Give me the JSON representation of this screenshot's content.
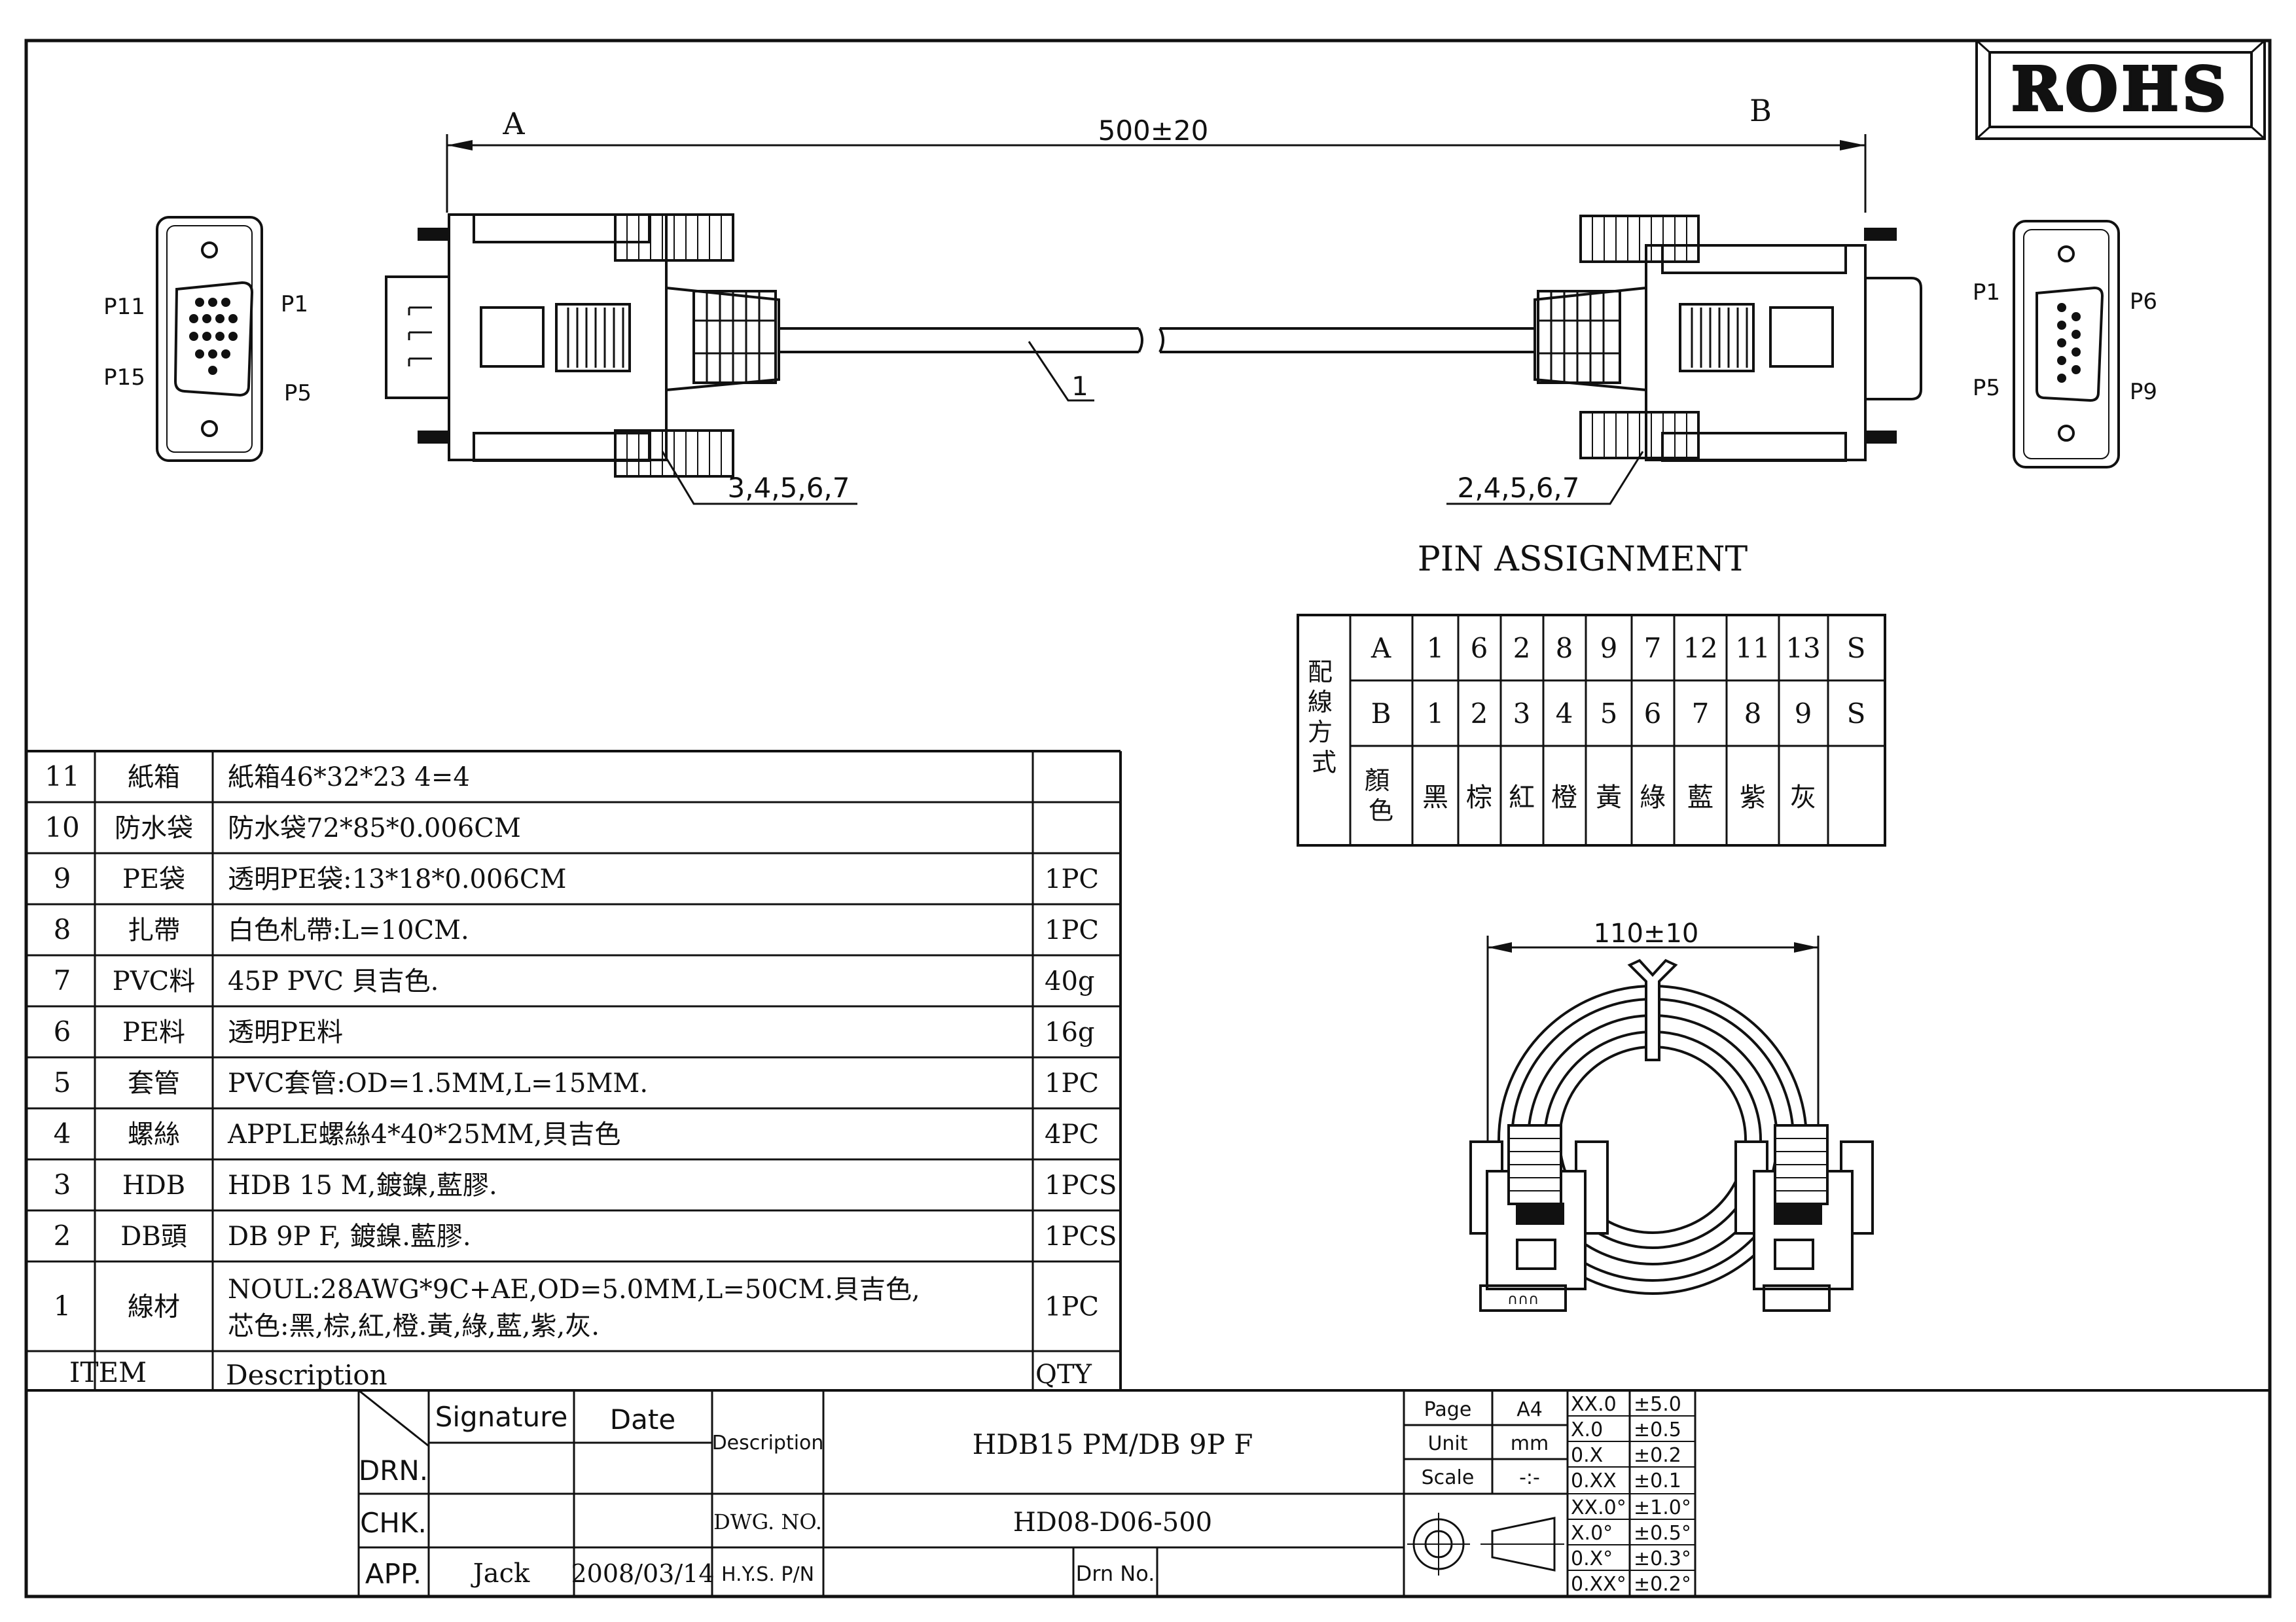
{
  "rohs_label": "ROHS",
  "end_a": "A",
  "end_b": "B",
  "length_dim": "500±20",
  "coil_dim": "110±10",
  "callouts": {
    "cable": "1",
    "end_a_parts": "3,4,5,6,7",
    "end_b_parts": "2,4,5,6,7"
  },
  "connector_a_pins": {
    "top_left": "P11",
    "bottom_left": "P15",
    "top_right": "P1",
    "bottom_right": "P5"
  },
  "connector_b_pins": {
    "top_left": "P1",
    "bottom_left": "P5",
    "top_right": "P6",
    "bottom_right": "P9"
  },
  "pin_assignment": {
    "title": "PIN ASSIGNMENT",
    "side_label": "配線方式",
    "row_a_label": "A",
    "row_b_label": "B",
    "color_label": "顏色",
    "row_a": [
      "1",
      "6",
      "2",
      "8",
      "9",
      "7",
      "12",
      "11",
      "13",
      "S"
    ],
    "row_b": [
      "1",
      "2",
      "3",
      "4",
      "5",
      "6",
      "7",
      "8",
      "9",
      "S"
    ],
    "colors": [
      "黑",
      "棕",
      "紅",
      "橙",
      "黃",
      "綠",
      "藍",
      "紫",
      "灰",
      ""
    ]
  },
  "bom": {
    "footer": {
      "item": "ITEM",
      "description": "Description",
      "qty": "QTY"
    },
    "rows": [
      {
        "no": "11",
        "name": "紙箱",
        "desc": "紙箱46*32*23 4=4",
        "qty": ""
      },
      {
        "no": "10",
        "name": "防水袋",
        "desc": "防水袋72*85*0.006CM",
        "qty": ""
      },
      {
        "no": "9",
        "name": "PE袋",
        "desc": "透明PE袋:13*18*0.006CM",
        "qty": "1PC"
      },
      {
        "no": "8",
        "name": "扎帶",
        "desc": "白色札帶:L=10CM.",
        "qty": "1PC"
      },
      {
        "no": "7",
        "name": "PVC料",
        "desc": "45P PVC  貝吉色.",
        "qty": "40g"
      },
      {
        "no": "6",
        "name": "PE料",
        "desc": "透明PE料",
        "qty": "16g"
      },
      {
        "no": "5",
        "name": "套管",
        "desc": "PVC套管:OD=1.5MM,L=15MM.",
        "qty": "1PC"
      },
      {
        "no": "4",
        "name": "螺絲",
        "desc": "APPLE螺絲4*40*25MM,貝吉色",
        "qty": "4PC"
      },
      {
        "no": "3",
        "name": "HDB",
        "desc": "HDB 15 M,鍍鎳,藍膠.",
        "qty": "1PCS"
      },
      {
        "no": "2",
        "name": "DB頭",
        "desc": "DB 9P F, 鍍鎳.藍膠.",
        "qty": "1PCS"
      },
      {
        "no": "1",
        "name": "線材",
        "desc": "NOUL:28AWG*9C+AE,OD=5.0MM,L=50CM.貝吉色,",
        "desc2": "芯色:黑,棕,紅,橙.黃,綠,藍,紫,灰.",
        "qty": "1PC"
      }
    ]
  },
  "title_block": {
    "signature": "Signature",
    "date": "Date",
    "drn": "DRN.",
    "chk": "CHK.",
    "app": "APP.",
    "app_name": "Jack",
    "app_date": "2008/03/14",
    "description_label": "Description",
    "description": "HDB15 PM/DB 9P F",
    "dwg_no_label": "DWG. NO.",
    "dwg_no": "HD08-D06-500",
    "hys_pn_label": "H.Y.S. P/N",
    "drn_no_label": "Drn No.",
    "page_label": "Page",
    "page": "A4",
    "unit_label": "Unit",
    "unit": "mm",
    "scale_label": "Scale",
    "scale": "-:-",
    "tolerances": [
      [
        "XX.0",
        "±5.0"
      ],
      [
        "X.0",
        "±0.5"
      ],
      [
        "0.X",
        "±0.2"
      ],
      [
        "0.XX",
        "±0.1"
      ],
      [
        "XX.0°",
        "±1.0°"
      ],
      [
        "X.0°",
        "±0.5°"
      ],
      [
        "0.X°",
        "±0.3°"
      ],
      [
        "0.XX°",
        "±0.2°"
      ]
    ]
  }
}
